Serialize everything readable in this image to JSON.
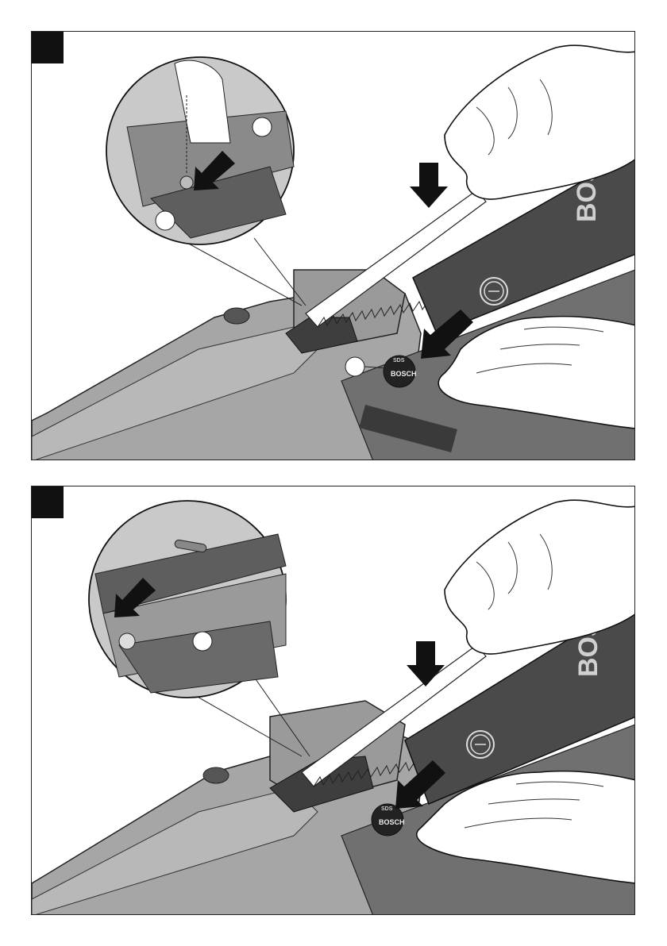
{
  "figures": [
    {
      "id": "top",
      "brand_text": "BOSCH",
      "button_text": "BOSCH",
      "button_ring_text": "SDS",
      "callouts": [
        "",
        "",
        ""
      ]
    },
    {
      "id": "bottom",
      "brand_text": "BOSCH",
      "button_text": "BOSCH",
      "button_ring_text": "SDS",
      "callouts": [
        ""
      ]
    }
  ],
  "colors": {
    "frame": "#222222",
    "badge": "#111111",
    "body_light": "#a6a6a6",
    "body_dark": "#5a5a5a",
    "blade_arm": "#4a4a4a",
    "skin": "#ffffff",
    "arrow": "#111111"
  },
  "icons": [
    "arrow-down-icon",
    "press-arrow-icon",
    "bosch-emblem-icon"
  ]
}
